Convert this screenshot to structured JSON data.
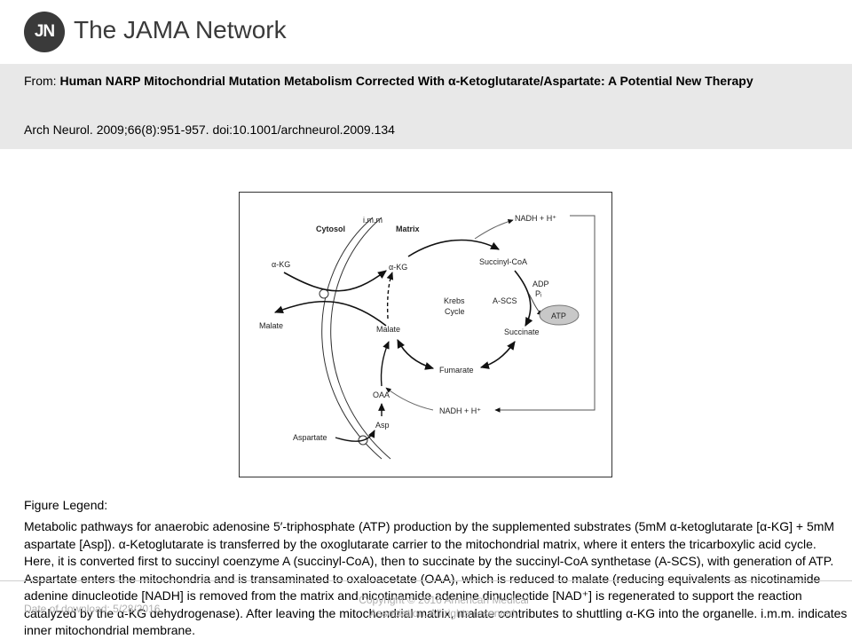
{
  "brand": {
    "logo_initials": "JN",
    "name": "The JAMA Network"
  },
  "header": {
    "from_prefix": "From:",
    "article_title": "Human NARP Mitochondrial Mutation Metabolism Corrected With α-Ketoglutarate/Aspartate:  A Potential New Therapy",
    "citation": "Arch Neurol. 2009;66(8):951-957. doi:10.1001/archneurol.2009.134"
  },
  "figure": {
    "labels": {
      "imm": "i.m.m",
      "cytosol": "Cytosol",
      "matrix": "Matrix",
      "akg_cytosol": "α-KG",
      "akg_matrix": "α-KG",
      "malate_cytosol": "Malate",
      "malate_matrix": "Malate",
      "nadh_top": "NADH + H⁺",
      "succinyl_coa": "Succinyl-CoA",
      "adp": "ADP",
      "pi": "Pᵢ",
      "a_scs": "A-SCS",
      "atp": "ATP",
      "krebs": "Krebs",
      "cycle": "Cycle",
      "succinate": "Succinate",
      "fumarate": "Fumarate",
      "oaa": "OAA",
      "nadh_bottom": "NADH + H⁺",
      "asp": "Asp",
      "aspartate": "Aspartate"
    }
  },
  "legend": {
    "title": "Figure Legend:",
    "text": "Metabolic pathways for anaerobic adenosine 5′-triphosphate (ATP) production by the supplemented substrates (5mM α-ketoglutarate [α-KG] + 5mM aspartate [Asp]).  α-Ketoglutarate is transferred by the oxoglutarate carrier to the mitochondrial matrix, where it enters the tricarboxylic acid cycle. Here, it is converted first to succinyl coenzyme A (succinyl-CoA), then to succinate by the succinyl-CoA synthetase (A-SCS), with generation of ATP. Aspartate enters the mitochondria and is transaminated to oxaloacetate (OAA), which is reduced to malate (reducing equivalents as nicotinamide adenine dinucleotide [NADH] is removed from the matrix and nicotinamide adenine dinucleotide [NAD⁺] is regenerated to support the reaction catalyzed by the α-KG dehydrogenase). After leaving the mitochondrial matrix, malate contributes to shuttling α-KG into the organelle. i.m.m. indicates inner mitochondrial membrane."
  },
  "footer": {
    "date": "Date of download:  5/28/2016",
    "copyright": "Copyright © 2016 American Medical Association. All rights reserved."
  }
}
